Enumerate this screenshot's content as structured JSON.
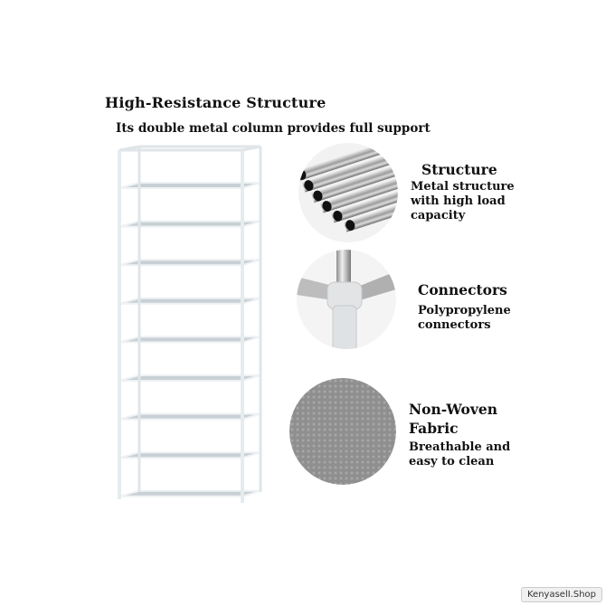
{
  "header": {
    "title": "High-Resistance Structure",
    "subtitle": "Its double metal column provides full support"
  },
  "product": {
    "shelf_count": 10,
    "frame_color": "#e9eef2",
    "shelf_color": "#c9d0d5"
  },
  "features": [
    {
      "title": "Structure",
      "description": "Metal structure\nwith high load\ncapacity",
      "icon": "metal-tubes-image"
    },
    {
      "title": "Connectors",
      "description": "Polypropylene\nconnectors",
      "icon": "connector-joint-image"
    },
    {
      "title": "Non-Woven\nFabric",
      "description": "Breathable and\neasy to clean",
      "icon": "fabric-texture-image"
    }
  ],
  "watermark": "KenyaselI.Shop"
}
